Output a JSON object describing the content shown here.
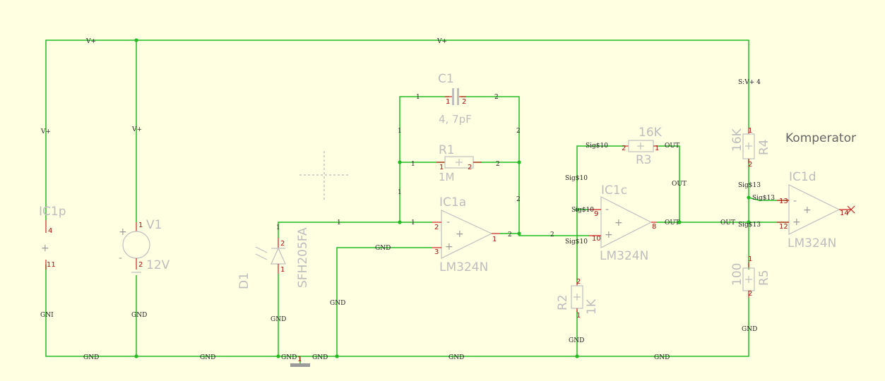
{
  "title": "Komperator",
  "nets": {
    "vplus": "V+",
    "gnd": "GND",
    "gnd_short": "GNI",
    "sig10": "Sig$10",
    "sig13": "Sig$13",
    "out": "OUT",
    "sv4": "S:V+ 4",
    "n1": "1",
    "n2": "2"
  },
  "components": {
    "c1": {
      "name": "C1",
      "value": "4, 7pF",
      "pin1": "1",
      "pin2": "2"
    },
    "r1": {
      "name": "R1",
      "value": "1M",
      "pin1": "1",
      "pin2": "2"
    },
    "r3": {
      "name": "R3",
      "value": "16K",
      "pin1": "1",
      "pin2": "2"
    },
    "r4": {
      "name": "R4",
      "value": "16K",
      "pin1": "1",
      "pin2": "2"
    },
    "r5": {
      "name": "R5",
      "value": "100",
      "pin1": "1",
      "pin2": "2"
    },
    "r2": {
      "name": "R2",
      "value": "1K",
      "pin1": "1",
      "pin2": "2"
    },
    "d1": {
      "name": "D1",
      "value": "SFH205FA",
      "pin1": "1",
      "pin2": "2"
    },
    "v1": {
      "name": "V1",
      "value": "12V",
      "pin1": "1",
      "pin2": "2"
    },
    "ic1p": {
      "name": "IC1p",
      "pin_top": "4",
      "pin_bottom": "11"
    },
    "ic1a": {
      "name": "IC1a",
      "part": "LM324N",
      "pin_inv": "2",
      "pin_noninv": "3",
      "pin_out": "1"
    },
    "ic1c": {
      "name": "IC1c",
      "part": "LM324N",
      "pin_inv": "9",
      "pin_noninv": "10",
      "pin_out": "8"
    },
    "ic1d": {
      "name": "IC1d",
      "part": "LM324N",
      "pin_inv": "13",
      "pin_noninv": "12",
      "pin_out": "14"
    }
  },
  "symbols": {
    "plus": "+",
    "minus": "-",
    "gnd_pin": "1"
  },
  "colors": {
    "background": "#ffffe2",
    "wire": "#22bb22",
    "pin": "#cc2222",
    "part": "#bfbfbf"
  }
}
